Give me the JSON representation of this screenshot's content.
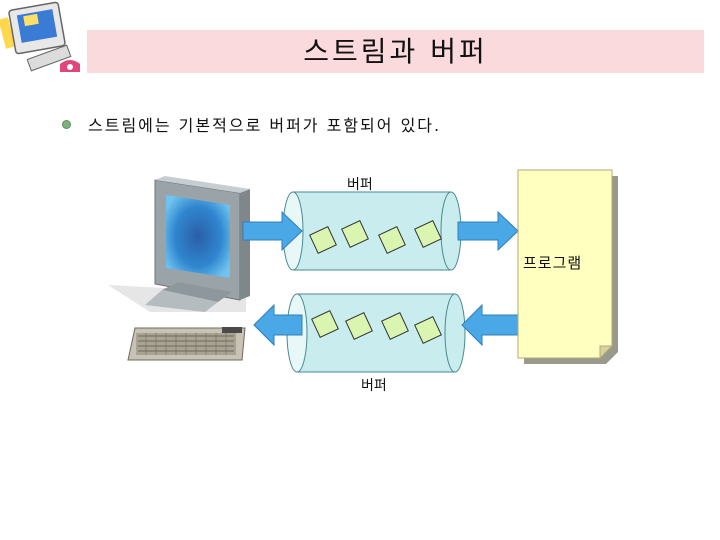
{
  "slide": {
    "title": "스트림과 버퍼",
    "bullet": "스트림에는 기본적으로 버퍼가 포함되어 있다."
  },
  "diagram": {
    "buffer_top_label": "버퍼",
    "buffer_bottom_label": "버퍼",
    "program_label": "프로그램"
  },
  "colors": {
    "title_bg": "#fadadd",
    "cylinder": "#c9ecef",
    "arrow": "#4aa8e6",
    "note": "#ffffc0",
    "packet": "#d9f5b0"
  },
  "icons": [
    "computer-clipart-icon",
    "monitor-icon",
    "keyboard-icon"
  ]
}
